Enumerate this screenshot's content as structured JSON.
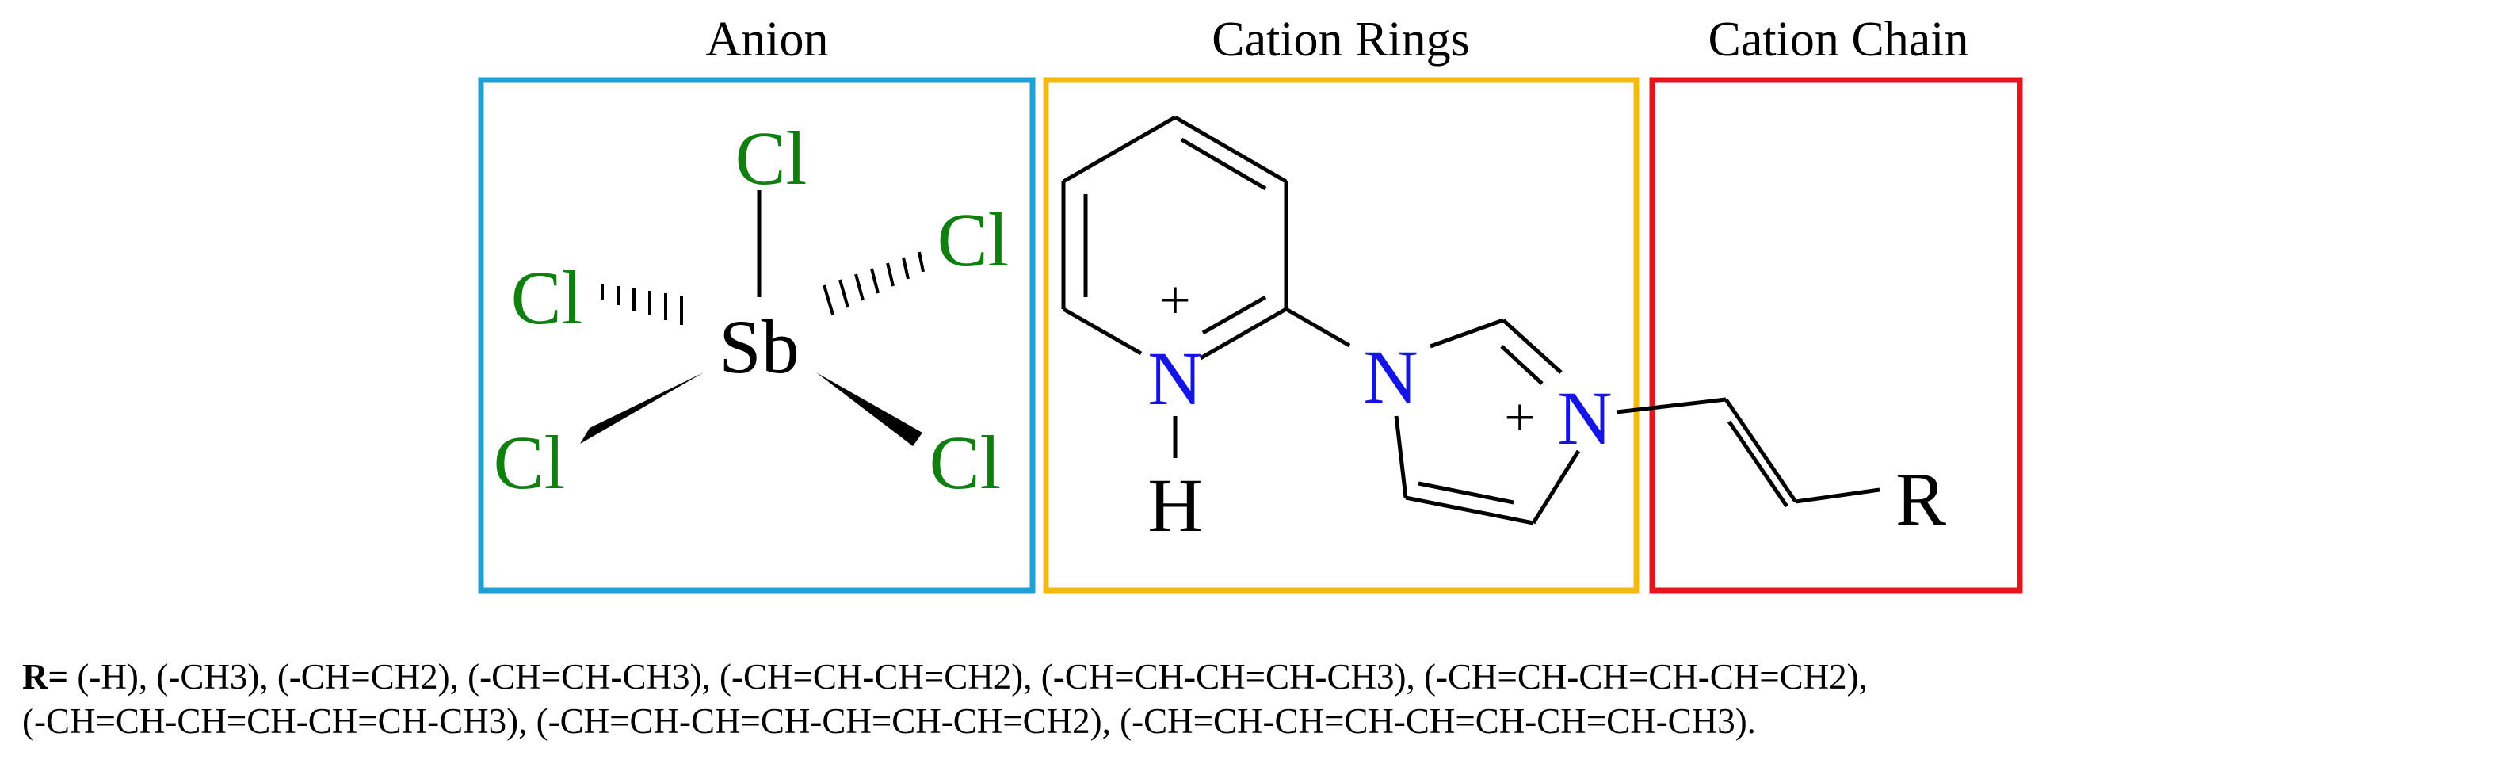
{
  "panels": {
    "anion": {
      "title": "Anion",
      "color": "#1ea0d8"
    },
    "rings": {
      "title": "Cation Rings",
      "color": "#f5b90f"
    },
    "chain": {
      "title": "Cation Chain",
      "color": "#e8141c"
    }
  },
  "atoms": {
    "sb": "Sb",
    "cl": "Cl",
    "n": "N",
    "h": "H",
    "r": "R",
    "plus": "+"
  },
  "colors": {
    "chlorine": "#0f7f0f",
    "nitrogen": "#1414e6",
    "bond": "#000000"
  },
  "caption": {
    "r_label": "R=",
    "line1": " (-H), (-CH3), (-CH=CH2), (-CH=CH-CH3), (-CH=CH-CH=CH2), (-CH=CH-CH=CH-CH3), (-CH=CH-CH=CH-CH=CH2),",
    "line2": "(-CH=CH-CH=CH-CH=CH-CH3), (-CH=CH-CH=CH-CH=CH-CH=CH2), (-CH=CH-CH=CH-CH=CH-CH=CH-CH3)."
  }
}
